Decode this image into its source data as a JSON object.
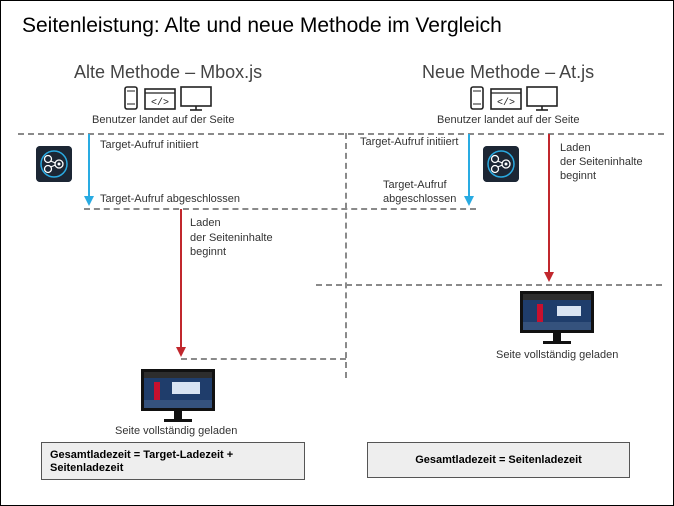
{
  "title": "Seitenleistung: Alte und neue Methode im Vergleich",
  "left": {
    "heading": "Alte Methode – Mbox.js",
    "lands": "Benutzer landet auf der Seite",
    "call_start": "Target-Aufruf initiiert",
    "call_end": "Target-Aufruf abgeschlossen",
    "load_line1": "Laden",
    "load_line2": "der Seiteninhalte",
    "load_line3": "beginnt",
    "loaded": "Seite vollständig geladen",
    "total_line1": "Gesamtladezeit = Target-Ladezeit +",
    "total_line2": "Seitenladezeit"
  },
  "right": {
    "heading": "Neue Methode – At.js",
    "lands": "Benutzer landet auf der Seite",
    "call_start": "Target-Aufruf initiiert",
    "call_end_line1": "Target-Aufruf",
    "call_end_line2": "abgeschlossen",
    "load_line1": "Laden",
    "load_line2": "der Seiteninhalte",
    "load_line3": "beginnt",
    "loaded": "Seite vollständig geladen",
    "total": "Gesamtladezeit = Seitenladezeit"
  },
  "icons": [
    "phone-icon",
    "code-window-icon",
    "desktop-monitor-icon",
    "target-logo-icon",
    "page-monitor-icon"
  ],
  "colors": {
    "blue_arrow": "#29abe2",
    "red_arrow": "#c1272d",
    "dashed_line": "#8a8a8a"
  }
}
